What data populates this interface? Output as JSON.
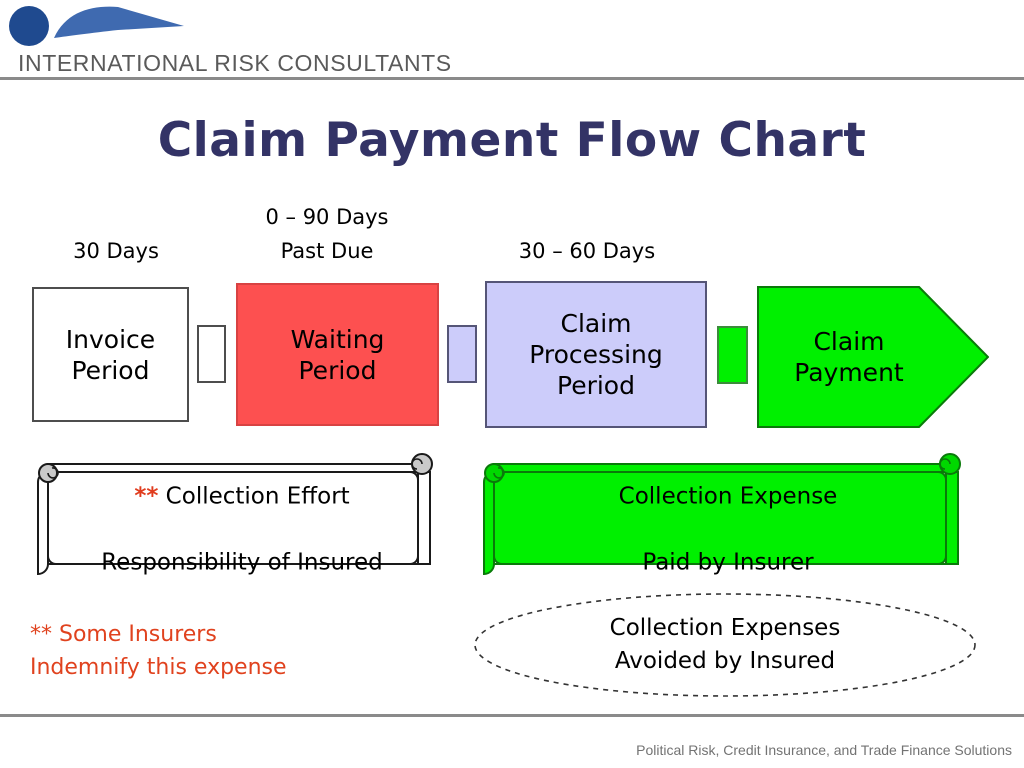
{
  "header": {
    "company_name": "INTERNATIONAL RISK CONSULTANTS",
    "logo_icon": "circle-swoosh-logo-icon",
    "logo_color": "#3f6ab0",
    "logo_dot_color": "#1f4a8f",
    "rule_color": "#8a8a8a"
  },
  "title": "Claim Payment Flow Chart",
  "title_color": "#333366",
  "period_labels": [
    {
      "id": "invoice",
      "text": "30 Days"
    },
    {
      "id": "waiting",
      "text": "0 – 90 Days\nPast Due"
    },
    {
      "id": "claim_processing",
      "text": "30 – 60 Days"
    }
  ],
  "flow": {
    "stages": [
      {
        "id": "invoice-period",
        "label": "Invoice\nPeriod",
        "fill": "#ffffff",
        "border": "#4d4d4d",
        "shape": "rect"
      },
      {
        "id": "waiting-period",
        "label": "Waiting\nPeriod",
        "fill": "#fd5050",
        "border": "#d84242",
        "shape": "rect"
      },
      {
        "id": "claim-processing",
        "label": "Claim\nProcessing\nPeriod",
        "fill": "#ccccfa",
        "border": "#555577",
        "shape": "rect"
      },
      {
        "id": "claim-payment",
        "label": "Claim\nPayment",
        "fill": "#00f000",
        "border": "#0a7a0a",
        "shape": "pentagon-arrow"
      }
    ],
    "connectors": [
      {
        "id": "connector-1",
        "fill": "#ffffff",
        "border": "#4d4d4d"
      },
      {
        "id": "connector-2",
        "fill": "#ccccfa",
        "border": "#555577"
      },
      {
        "id": "connector-3",
        "fill": "#00f000",
        "border": "#3b8c3b"
      }
    ]
  },
  "scrolls": [
    {
      "id": "collection-effort",
      "asterisks": "**",
      "line1": " Collection Effort",
      "line2": "Responsibility of Insured",
      "fill": "#ffffff",
      "border": "#1a1a1a",
      "asterisk_color": "#e03c1e"
    },
    {
      "id": "collection-expense",
      "asterisks": "",
      "line1": "Collection Expense",
      "line2": "Paid by Insurer",
      "fill": "#00f000",
      "border": "#0a7a0a",
      "asterisk_color": "#e03c1e"
    }
  ],
  "footnote": {
    "text": "** Some Insurers\nIndemnify this expense",
    "color": "#e0421e"
  },
  "ellipse": {
    "text": "Collection Expenses\nAvoided by Insured",
    "border_style": "dashed",
    "border_color": "#333333"
  },
  "footer": {
    "text": "Political Risk, Credit Insurance, and Trade Finance Solutions",
    "color": "#737373",
    "rule_color": "#8a8a8a"
  }
}
